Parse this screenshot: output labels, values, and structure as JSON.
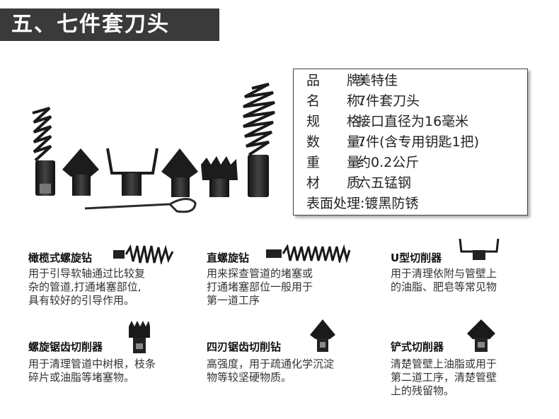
{
  "header": {
    "title": "五、七件套刀头",
    "bg_color": "#3a3a3a"
  },
  "specs": [
    {
      "label": "品　　牌:",
      "value": "美特佳"
    },
    {
      "label": "名　　称:",
      "value": "7件套刀头"
    },
    {
      "label": "规　　格:",
      "value": "接口直径为16毫米"
    },
    {
      "label": "数　　量:",
      "value": "7件(含专用钥匙1把)"
    },
    {
      "label": "重　　量:",
      "value": "约0.2公斤"
    },
    {
      "label": "材　　质:",
      "value": "六五锰钢"
    },
    {
      "label": "表面处理:",
      "value": "镀黑防锈"
    }
  ],
  "items": [
    {
      "title": "橄榄式螺旋钻",
      "icon": "olive-spiral-drill-icon",
      "desc": "用于引导软轴通过比较复\n杂的管道,打通堵塞部位,\n具有较好的引导作用。"
    },
    {
      "title": "直螺旋钻",
      "icon": "straight-spiral-drill-icon",
      "desc": "用来探查管道的堵塞或\n打通堵塞部位一般用于\n第一道工序"
    },
    {
      "title": "U型切削器",
      "icon": "u-cutter-icon",
      "desc": "用于清理依附与管壁上\n的油脂、肥皂等常见物"
    },
    {
      "title": "螺旋锯齿切削器",
      "icon": "spiral-saw-cutter-icon",
      "desc": "用于清理管道中树根，枝条\n碎片或油脂等堵塞物。"
    },
    {
      "title": "四刃锯齿切削钻",
      "icon": "four-blade-saw-drill-icon",
      "desc": "高强度，用于疏通化学沉淀\n物等较坚硬物质。"
    },
    {
      "title": "铲式切削器",
      "icon": "spade-cutter-icon",
      "desc": "清楚管壁上油脂或用于\n第二道工序，清楚管壁\n上的残留物。"
    }
  ]
}
